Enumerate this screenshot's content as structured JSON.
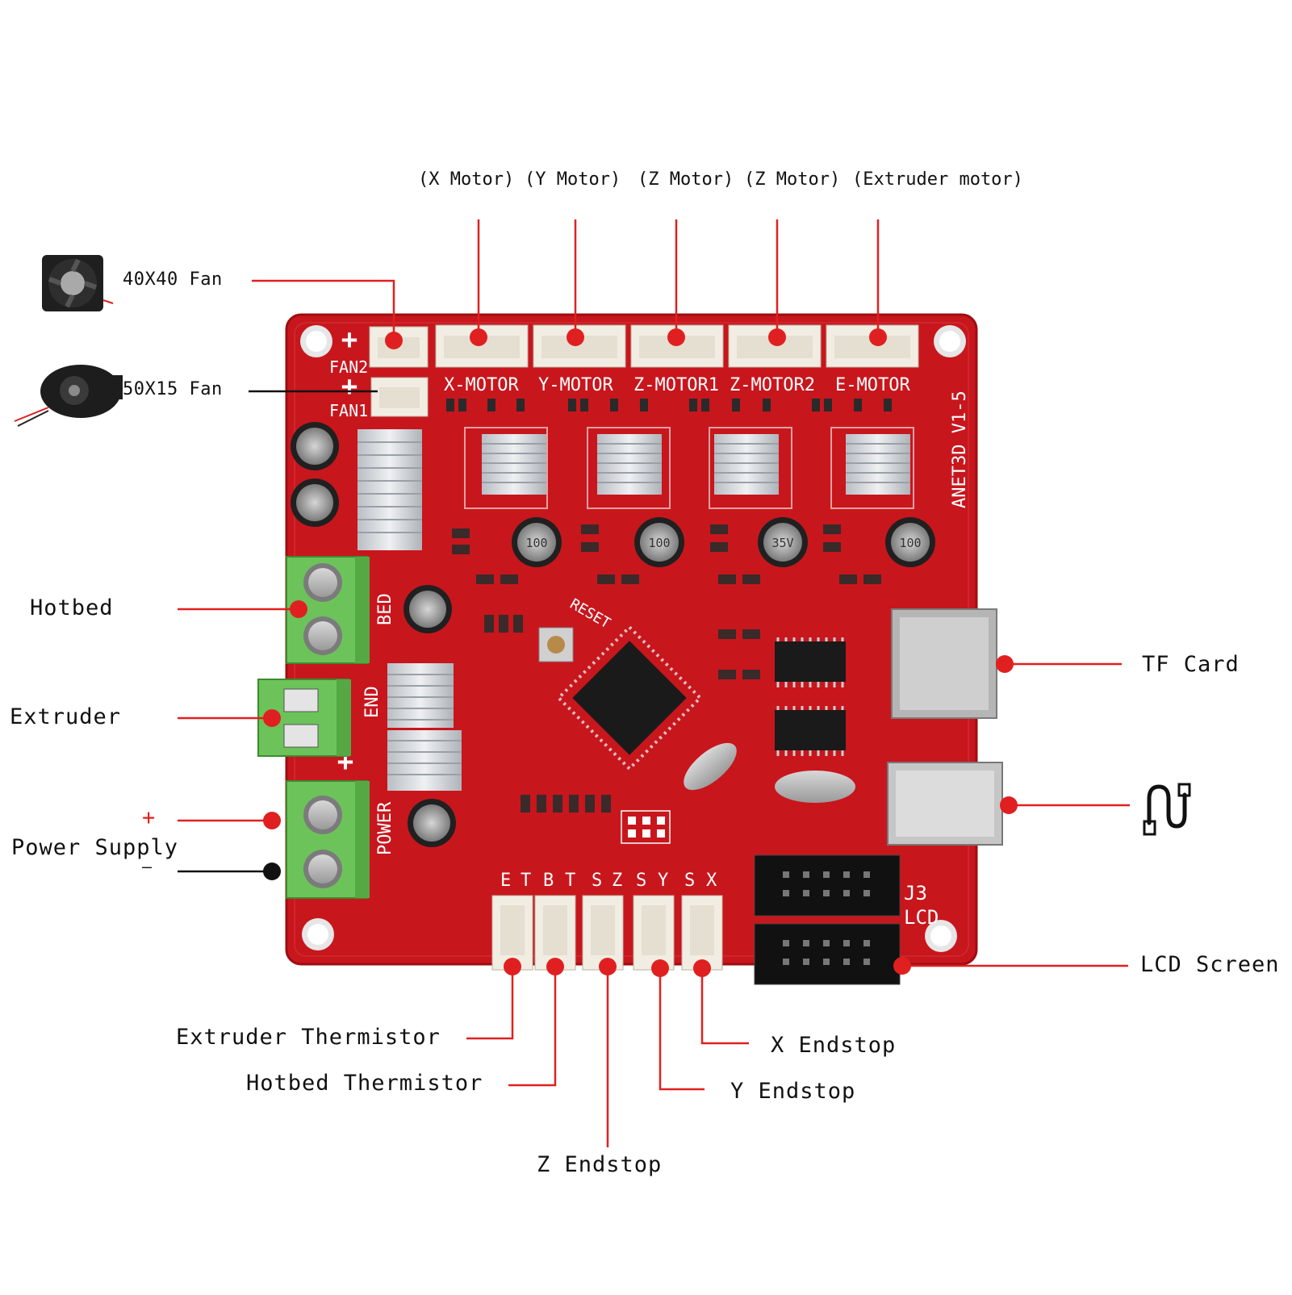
{
  "colors": {
    "pcb": "#c8161d",
    "pcb_dark": "#a80f15",
    "leader_red": "#e02020",
    "connector": "#f2ede2",
    "terminal_green": "#6cc35a",
    "heatsink": "#cfd3d8",
    "chip": "#1a1a1a"
  },
  "motor_labels": {
    "x": "(X Motor)",
    "y": "(Y Motor)",
    "z1": "(Z Motor)",
    "z2": "(Z Motor)",
    "e": "(Extruder motor)"
  },
  "left_labels": {
    "fan40": "40X40 Fan",
    "fan50": "50X15 Fan",
    "hotbed": "Hotbed",
    "extruder": "Extruder",
    "power_plus": "+",
    "power_supply": "Power Supply",
    "power_minus": "—"
  },
  "right_labels": {
    "tf_card": "TF Card",
    "lcd_screen": "LCD Screen"
  },
  "bottom_labels": {
    "extruder_thermistor": "Extruder Thermistor",
    "hotbed_thermistor": "Hotbed Thermistor",
    "z_endstop": "Z Endstop",
    "x_endstop": "X Endstop",
    "y_endstop": "Y Endstop"
  },
  "pcb_silkscreen": {
    "fan2": "FAN2",
    "fan1": "FAN1",
    "x_motor": "X-MOTOR",
    "y_motor": "Y-MOTOR",
    "z_motor1": "Z-MOTOR1",
    "z_motor2": "Z-MOTOR2",
    "e_motor": "E-MOTOR",
    "board": "ANET3D V1-5",
    "bed": "BED",
    "end": "END",
    "power": "POWER",
    "reset": "RESET",
    "j3": "J3",
    "lcd": "LCD",
    "pins": [
      "E",
      "T",
      "B",
      "T",
      "S",
      "Z",
      "S",
      "Y",
      "S",
      "X"
    ],
    "cap1": "100",
    "cap2": "35V"
  },
  "icons": {
    "usb": "usb-icon",
    "fan40": "fan-40x40-icon",
    "fan50": "blower-fan-icon"
  }
}
